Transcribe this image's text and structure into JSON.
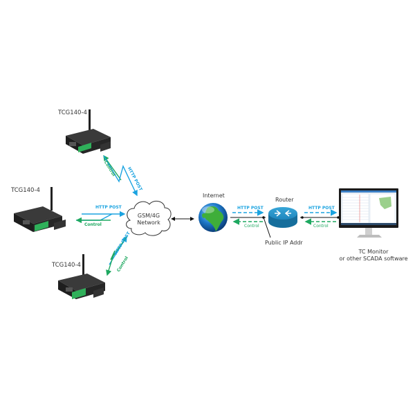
{
  "devices": [
    {
      "label": "TCG140-4",
      "position": "top"
    },
    {
      "label": "TCG140-4",
      "position": "middle"
    },
    {
      "label": "TCG140-4",
      "position": "bottom"
    }
  ],
  "links": {
    "http_post": "HTTP POST",
    "control": "Control"
  },
  "network": {
    "cloud_line1": "GSM/4G",
    "cloud_line2": "Network"
  },
  "internet": {
    "label": "Internet"
  },
  "router": {
    "label": "Router",
    "public_ip": "Public IP Addr"
  },
  "monitor": {
    "line1": "TC Monitor",
    "line2": "or other SCADA software"
  },
  "colors": {
    "http_post": "#1aa3e0",
    "control": "#1ea860",
    "router": "#1f8fc4",
    "device_body": "#2b2b2b",
    "terminal": "#2fb05a"
  }
}
